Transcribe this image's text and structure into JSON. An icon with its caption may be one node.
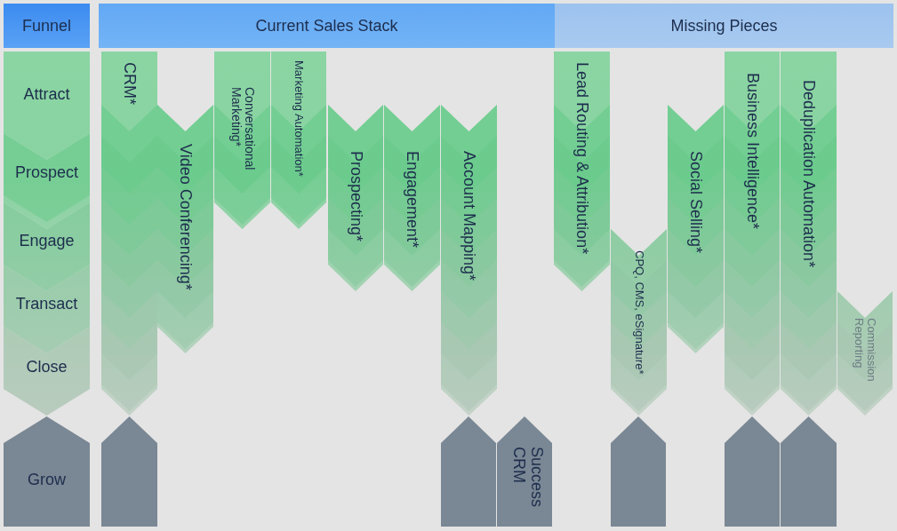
{
  "diagram": {
    "nodes": [
      {
        "text": [
          "Funnel"
        ]
      },
      {
        "text": [
          "Current Sales Stack"
        ]
      },
      {
        "text": [
          "Missing Pieces"
        ]
      },
      {
        "text": [
          "Attract"
        ]
      },
      {
        "text": [
          "Prospect"
        ]
      },
      {
        "text": [
          "Engage"
        ]
      },
      {
        "text": [
          "Transact"
        ]
      },
      {
        "text": [
          "Close"
        ]
      },
      {
        "text": [
          "CRM*"
        ]
      },
      {
        "text": [
          "Video Conferencing*"
        ]
      },
      {
        "text": [
          "Conversational Marketing*"
        ]
      },
      {
        "text": [
          "Marketing Automation*"
        ]
      },
      {
        "text": [
          "Prospecting*"
        ]
      },
      {
        "text": [
          "Engagement*"
        ]
      },
      {
        "text": [
          "Account Mapping*"
        ]
      },
      {
        "text": [
          "Lead Routing & Attribution*"
        ]
      },
      {
        "text": [
          "CPQ, CMS, eSignature*"
        ]
      },
      {
        "text": [
          "Social Selling*"
        ]
      },
      {
        "text": [
          "Business Intelligence*"
        ]
      },
      {
        "text": [
          "Deduplication Automation*"
        ]
      },
      {
        "text": [
          "Commission Reporting"
        ]
      },
      {
        "text": [
          "Grow"
        ]
      },
      {
        "text": [],
        "shape": "pentagon"
      },
      {
        "text": [],
        "shape": "pentagon"
      },
      {
        "text": [
          "Success CRM"
        ]
      },
      {
        "text": [],
        "shape": "pentagon"
      },
      {
        "text": [],
        "shape": "pentagon"
      },
      {
        "text": [],
        "shape": "pentagon"
      }
    ]
  }
}
